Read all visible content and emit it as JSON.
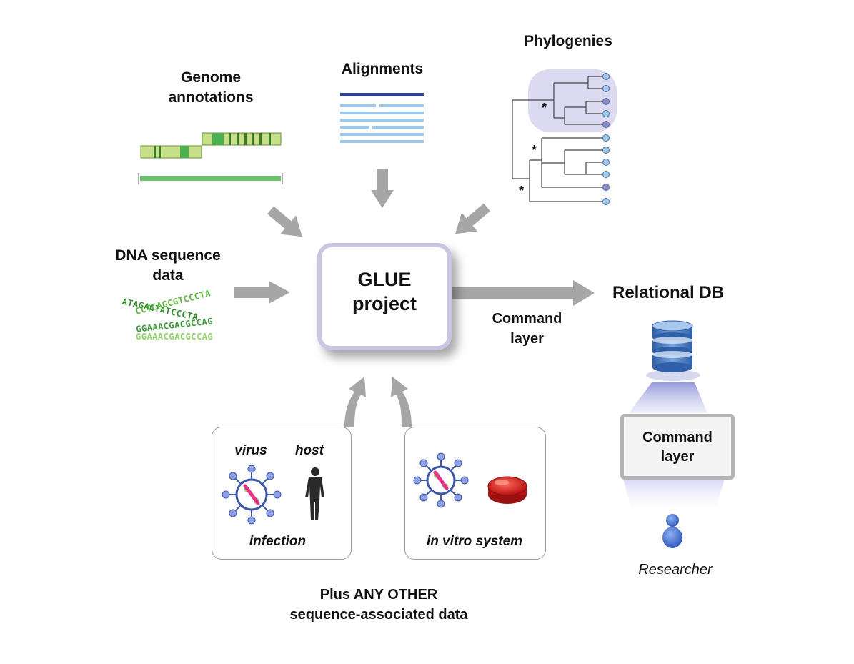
{
  "labels": {
    "genome_annotations": [
      "Genome",
      "annotations"
    ],
    "alignments": "Alignments",
    "phylogenies": "Phylogenies",
    "dna_sequence": [
      "DNA sequence",
      "data"
    ],
    "glue_project": [
      "GLUE",
      "project"
    ],
    "relational_db": "Relational DB",
    "command_layer_arrow": [
      "Command",
      "layer"
    ],
    "command_layer_box": [
      "Command",
      "layer"
    ],
    "researcher": "Researcher",
    "plus_any_other": [
      "Plus ANY OTHER",
      "sequence-associated data"
    ]
  },
  "panels": {
    "infection": {
      "virus": "virus",
      "host": "host",
      "caption": "infection"
    },
    "in_vitro": {
      "caption": "in vitro system"
    }
  },
  "dna_strings": [
    "ATAGAGTATCCCTA",
    "CCTCAGCGTCCCTA",
    "GGAAACGACGCCAG",
    "GGAAACGACGCCAG"
  ],
  "phylogeny_asterisk": "*",
  "colors": {
    "arrow": "#a6a6a6",
    "glue_border": "#c9c6e3",
    "alignment_dark": "#2e3f8f",
    "alignment_light": "#9ec7ea",
    "genome_light": "#c6e08a",
    "genome_dark": "#4caf50",
    "phylo_highlight": "#dcdaf0",
    "leaf_blue": "#9ec9ec",
    "leaf_purple": "#8b86c4",
    "db_blue": "#4a7ec0",
    "researcher_blue": "#3f6fcf",
    "dish_red": "#d92020",
    "virus_pink": "#e8308a",
    "virus_green": "#8cd26a"
  }
}
